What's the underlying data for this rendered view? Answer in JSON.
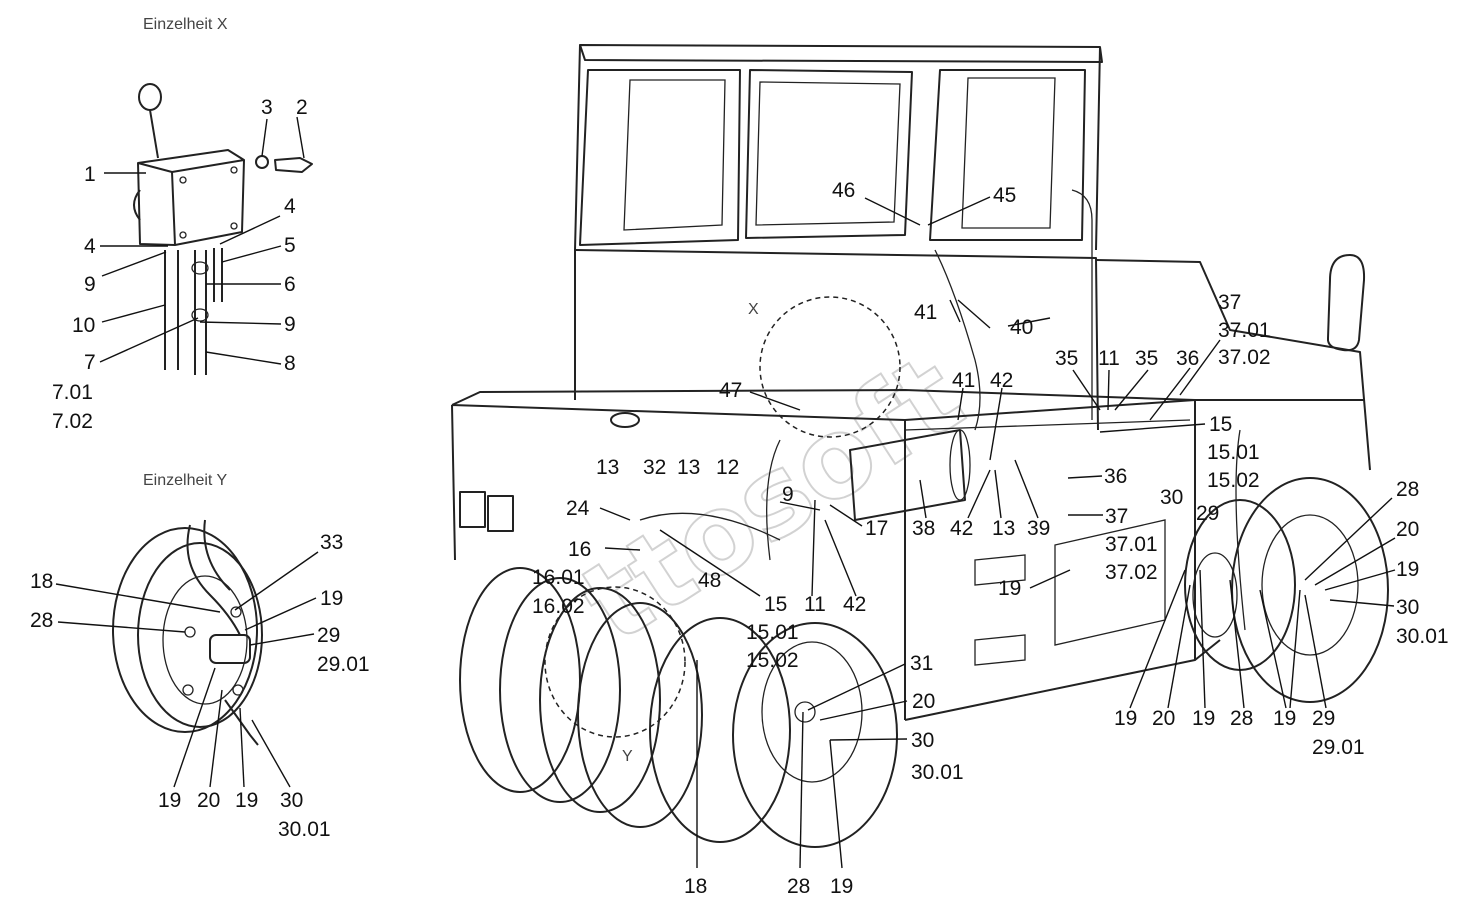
{
  "details": {
    "x_title": "Einzelheit X",
    "y_title": "Einzelheit Y",
    "x_marker": "X",
    "y_marker": "Y"
  },
  "watermark": "ttosoft",
  "labels": {
    "dx": [
      "1",
      "2",
      "3",
      "4",
      "4",
      "5",
      "6",
      "9",
      "9",
      "10",
      "7",
      "8",
      "7.01",
      "7.02"
    ],
    "dy": [
      "33",
      "18",
      "19",
      "28",
      "29",
      "29.01",
      "19",
      "20",
      "19",
      "30",
      "30.01"
    ],
    "main": [
      "46",
      "45",
      "41",
      "40",
      "47",
      "41",
      "42",
      "37",
      "37.01",
      "37.02",
      "35",
      "11",
      "35",
      "36",
      "15",
      "15.01",
      "15.02",
      "13",
      "32",
      "13",
      "12",
      "9",
      "17",
      "24",
      "16",
      "16.01",
      "16.02",
      "48",
      "15",
      "11",
      "42",
      "15.01",
      "15.02",
      "38",
      "42",
      "13",
      "39",
      "36",
      "37",
      "37.01",
      "37.02",
      "19",
      "30",
      "29",
      "28",
      "20",
      "19",
      "30",
      "30.01",
      "19",
      "20",
      "19",
      "28",
      "19",
      "29",
      "29.01",
      "31",
      "20",
      "30",
      "30.01",
      "18",
      "28",
      "19"
    ]
  }
}
